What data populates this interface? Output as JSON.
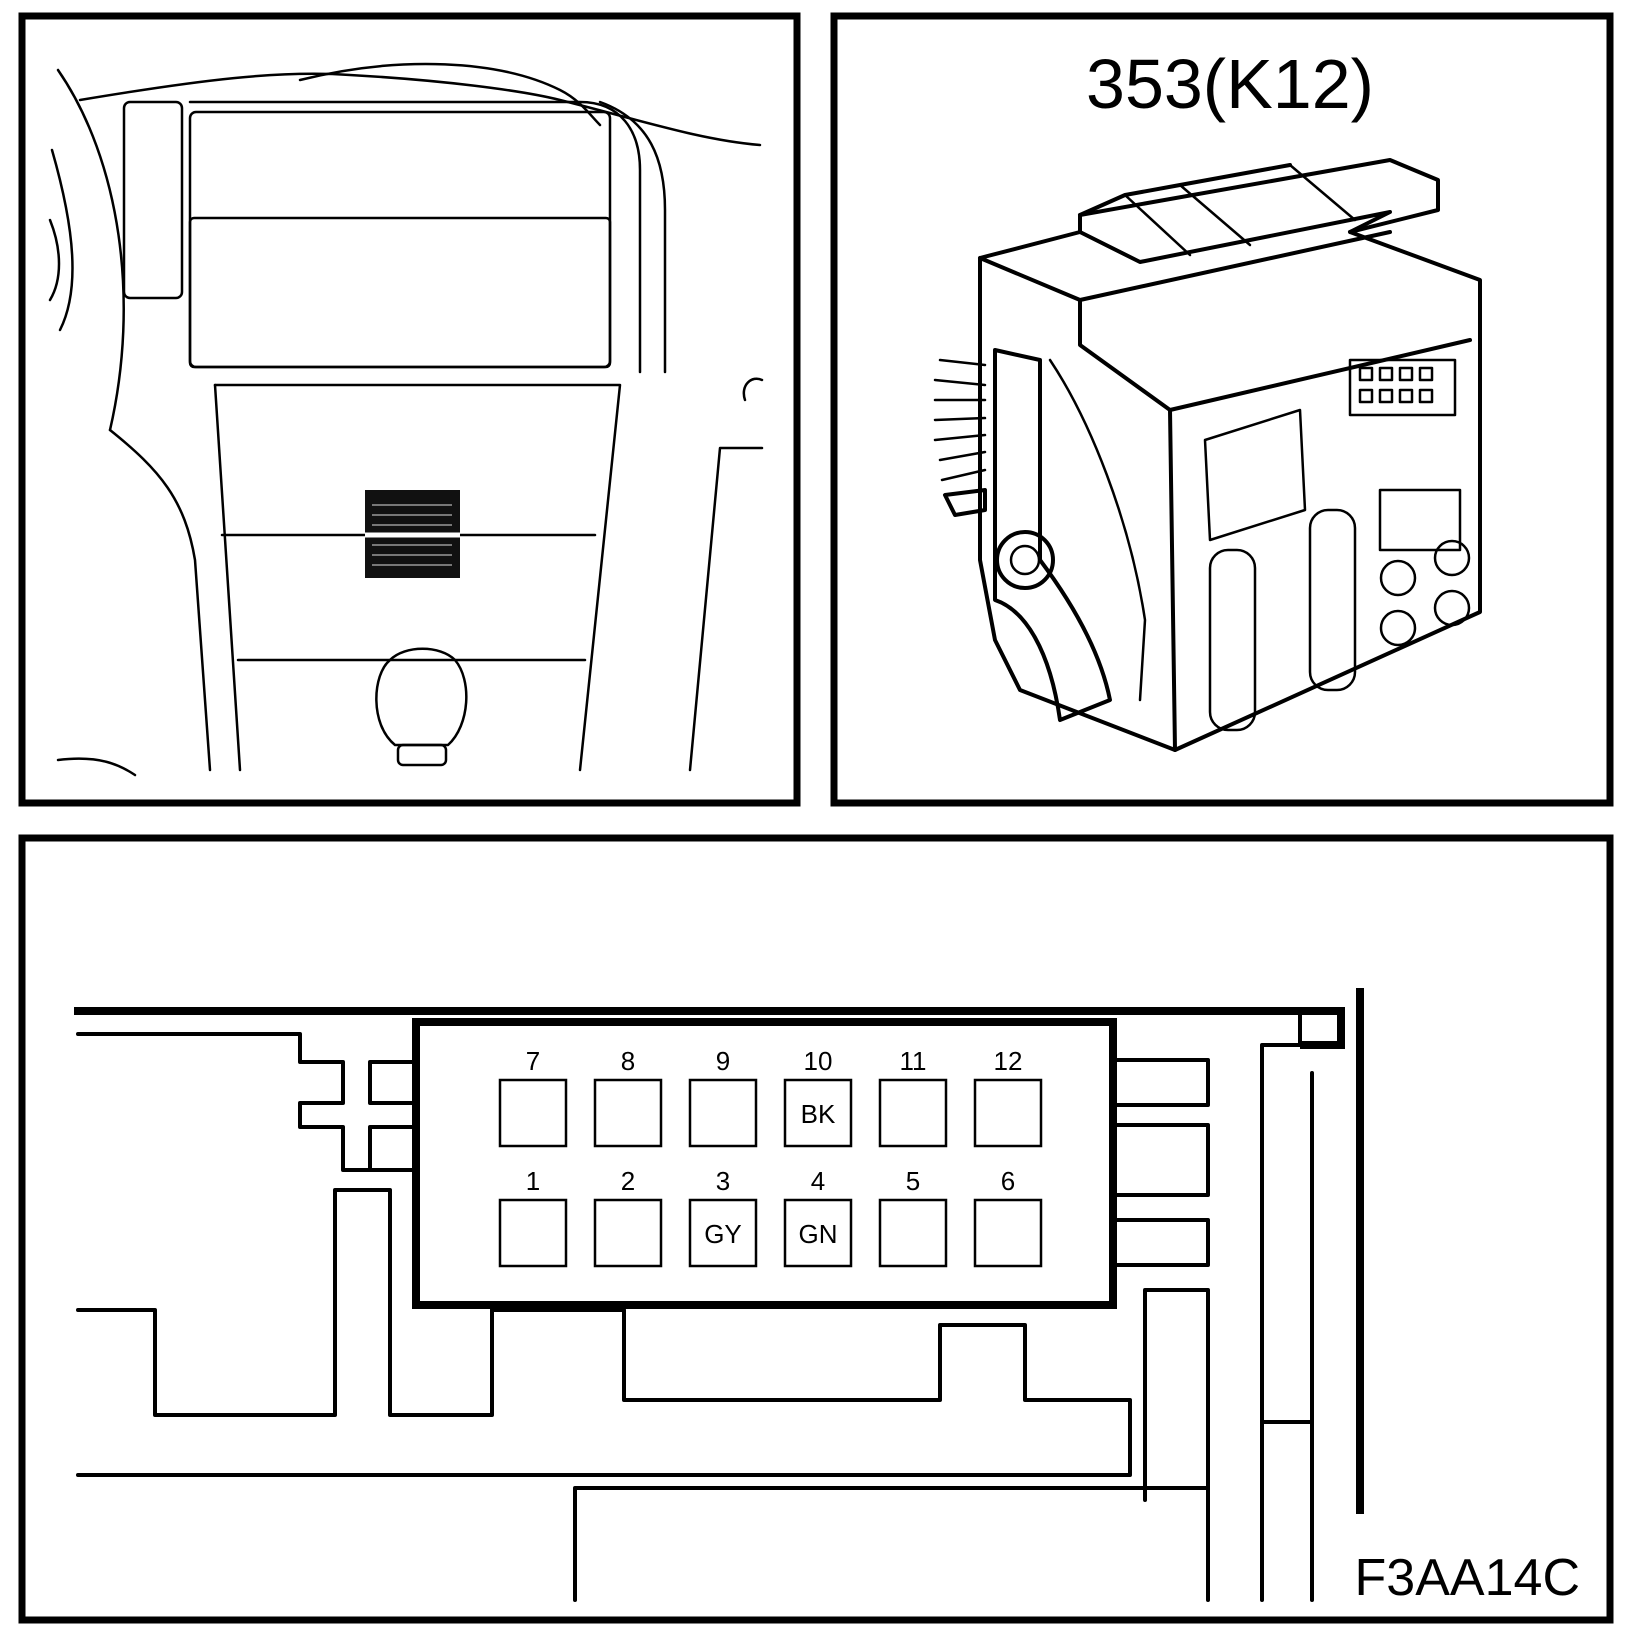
{
  "connector": {
    "title": "353(K12)",
    "figure_code": "F3AA14C"
  },
  "pins": [
    {
      "number": "7",
      "wire": ""
    },
    {
      "number": "8",
      "wire": ""
    },
    {
      "number": "9",
      "wire": ""
    },
    {
      "number": "10",
      "wire": "BK"
    },
    {
      "number": "11",
      "wire": ""
    },
    {
      "number": "12",
      "wire": ""
    },
    {
      "number": "1",
      "wire": ""
    },
    {
      "number": "2",
      "wire": ""
    },
    {
      "number": "3",
      "wire": "GY"
    },
    {
      "number": "4",
      "wire": "GN"
    },
    {
      "number": "5",
      "wire": ""
    },
    {
      "number": "6",
      "wire": ""
    }
  ]
}
